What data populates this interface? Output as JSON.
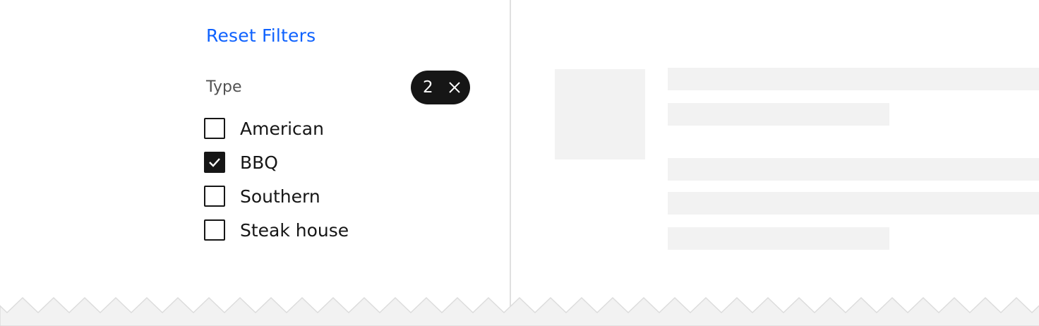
{
  "filters": {
    "reset_label": "Reset Filters",
    "group": {
      "label": "Type",
      "selected_count": "2",
      "clear_icon": "close-icon",
      "options": [
        {
          "label": "American",
          "checked": false
        },
        {
          "label": "BBQ",
          "checked": true
        },
        {
          "label": "Southern",
          "checked": false
        },
        {
          "label": "Steak house",
          "checked": false
        }
      ]
    }
  },
  "colors": {
    "link": "#0f62fe",
    "tag_bg": "#161616",
    "skeleton": "#f2f2f2",
    "divider": "#e0e0e0"
  }
}
